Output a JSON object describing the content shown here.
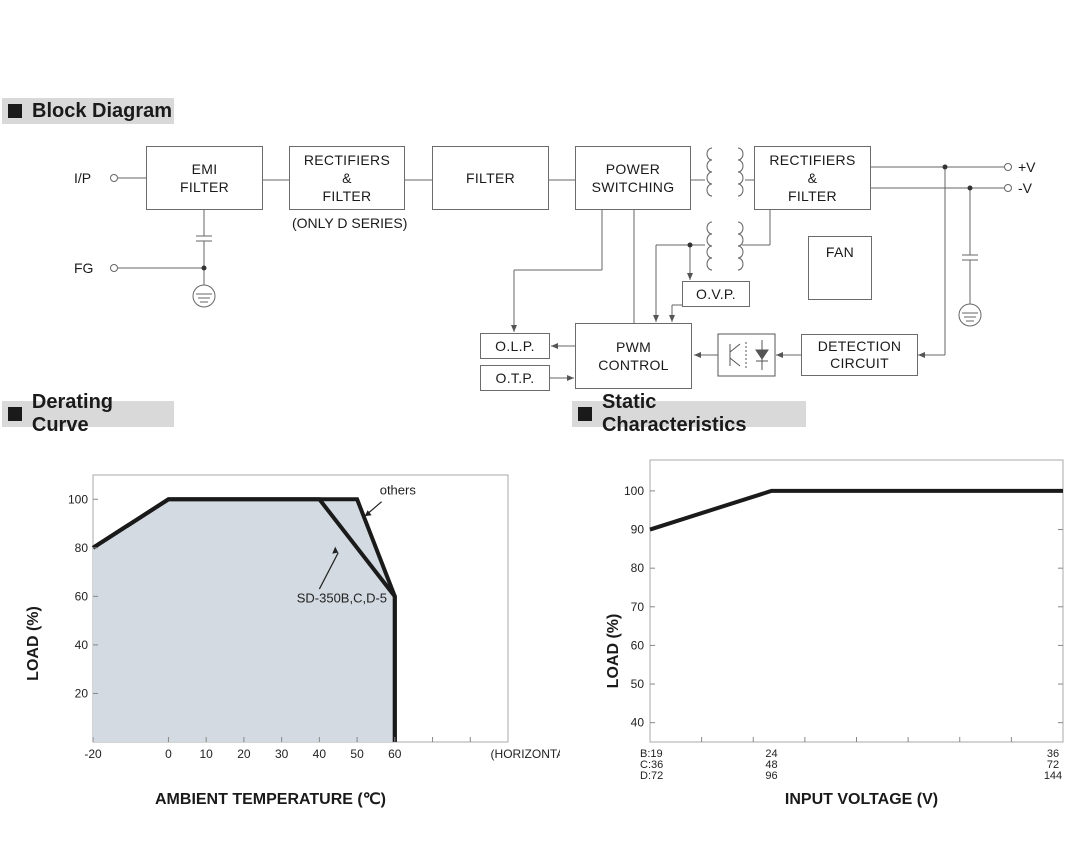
{
  "sections": {
    "block_diagram": "Block Diagram",
    "derating_curve": "Derating Curve",
    "static_characteristics": "Static Characteristics"
  },
  "block_diagram": {
    "terminals": {
      "ip": "I/P",
      "fg": "FG",
      "vplus": "+V",
      "vminus": "-V"
    },
    "blocks": {
      "emi_filter": "EMI\nFILTER",
      "rectifiers_in": "RECTIFIERS\n&\nFILTER",
      "rectifiers_in_note": "(ONLY D SERIES)",
      "filter": "FILTER",
      "power_switching": "POWER\nSWITCHING",
      "rectifiers_out": "RECTIFIERS\n&\nFILTER",
      "fan": "FAN",
      "ovp": "O.V.P.",
      "olp": "O.L.P.",
      "otp": "O.T.P.",
      "pwm_control": "PWM\nCONTROL",
      "detection_circuit": "DETECTION\nCIRCUIT"
    }
  },
  "chart_data": [
    {
      "type": "area",
      "xlabel": "AMBIENT TEMPERATURE (℃)",
      "ylabel": "LOAD (%)",
      "x_ticks": [
        "-20",
        "0",
        "10",
        "20",
        "30",
        "40",
        "50",
        "60"
      ],
      "y_ticks": [
        "20",
        "40",
        "60",
        "80",
        "100"
      ],
      "x_note": "(HORIZONTAL)",
      "xlim": [
        -20,
        90
      ],
      "ylim": [
        0,
        110
      ],
      "series": [
        {
          "name": "others",
          "x": [
            -20,
            0,
            50,
            60,
            60
          ],
          "y": [
            80,
            100,
            100,
            60,
            0
          ]
        },
        {
          "name": "SD-350B,C,D-5",
          "x": [
            -20,
            0,
            40,
            60,
            60
          ],
          "y": [
            80,
            100,
            100,
            60,
            0
          ]
        }
      ]
    },
    {
      "type": "line",
      "xlabel": "INPUT VOLTAGE (V)",
      "ylabel": "LOAD (%)",
      "y_ticks": [
        "40",
        "50",
        "60",
        "70",
        "80",
        "90",
        "100"
      ],
      "x_rows": [
        {
          "prefix": "B:19",
          "mid": "24",
          "end": "36"
        },
        {
          "prefix": "C:36",
          "mid": "48",
          "end": "72"
        },
        {
          "prefix": "D:72",
          "mid": "96",
          "end": "144"
        }
      ],
      "xlim": [
        19,
        36
      ],
      "ylim": [
        35,
        108
      ],
      "series": [
        {
          "x": [
            19,
            24,
            36
          ],
          "y": [
            90,
            100,
            100
          ]
        }
      ]
    }
  ]
}
